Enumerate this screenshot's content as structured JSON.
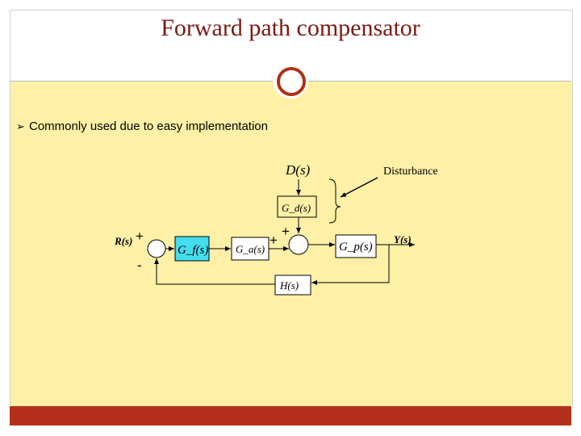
{
  "slide": {
    "title": "Forward path compensator",
    "bullet": "Commonly used due to easy implementation"
  },
  "diagram": {
    "disturbance_signal": "D(s)",
    "disturbance_label": "Disturbance",
    "input_label": "R(s)",
    "output_label": "Y(s)",
    "plus_sign": "+",
    "minus_sign": "-",
    "blocks": {
      "compensator": "G_f(s)",
      "actuator": "G_a(s)",
      "disturbance_tf": "G_d(s)",
      "plant": "G_p(s)",
      "feedback": "H(s)"
    }
  },
  "colors": {
    "title": "#7a1c14",
    "content_bg": "#fef0a6",
    "footer": "#b3311c",
    "compensator_highlight": "#44ddee"
  }
}
